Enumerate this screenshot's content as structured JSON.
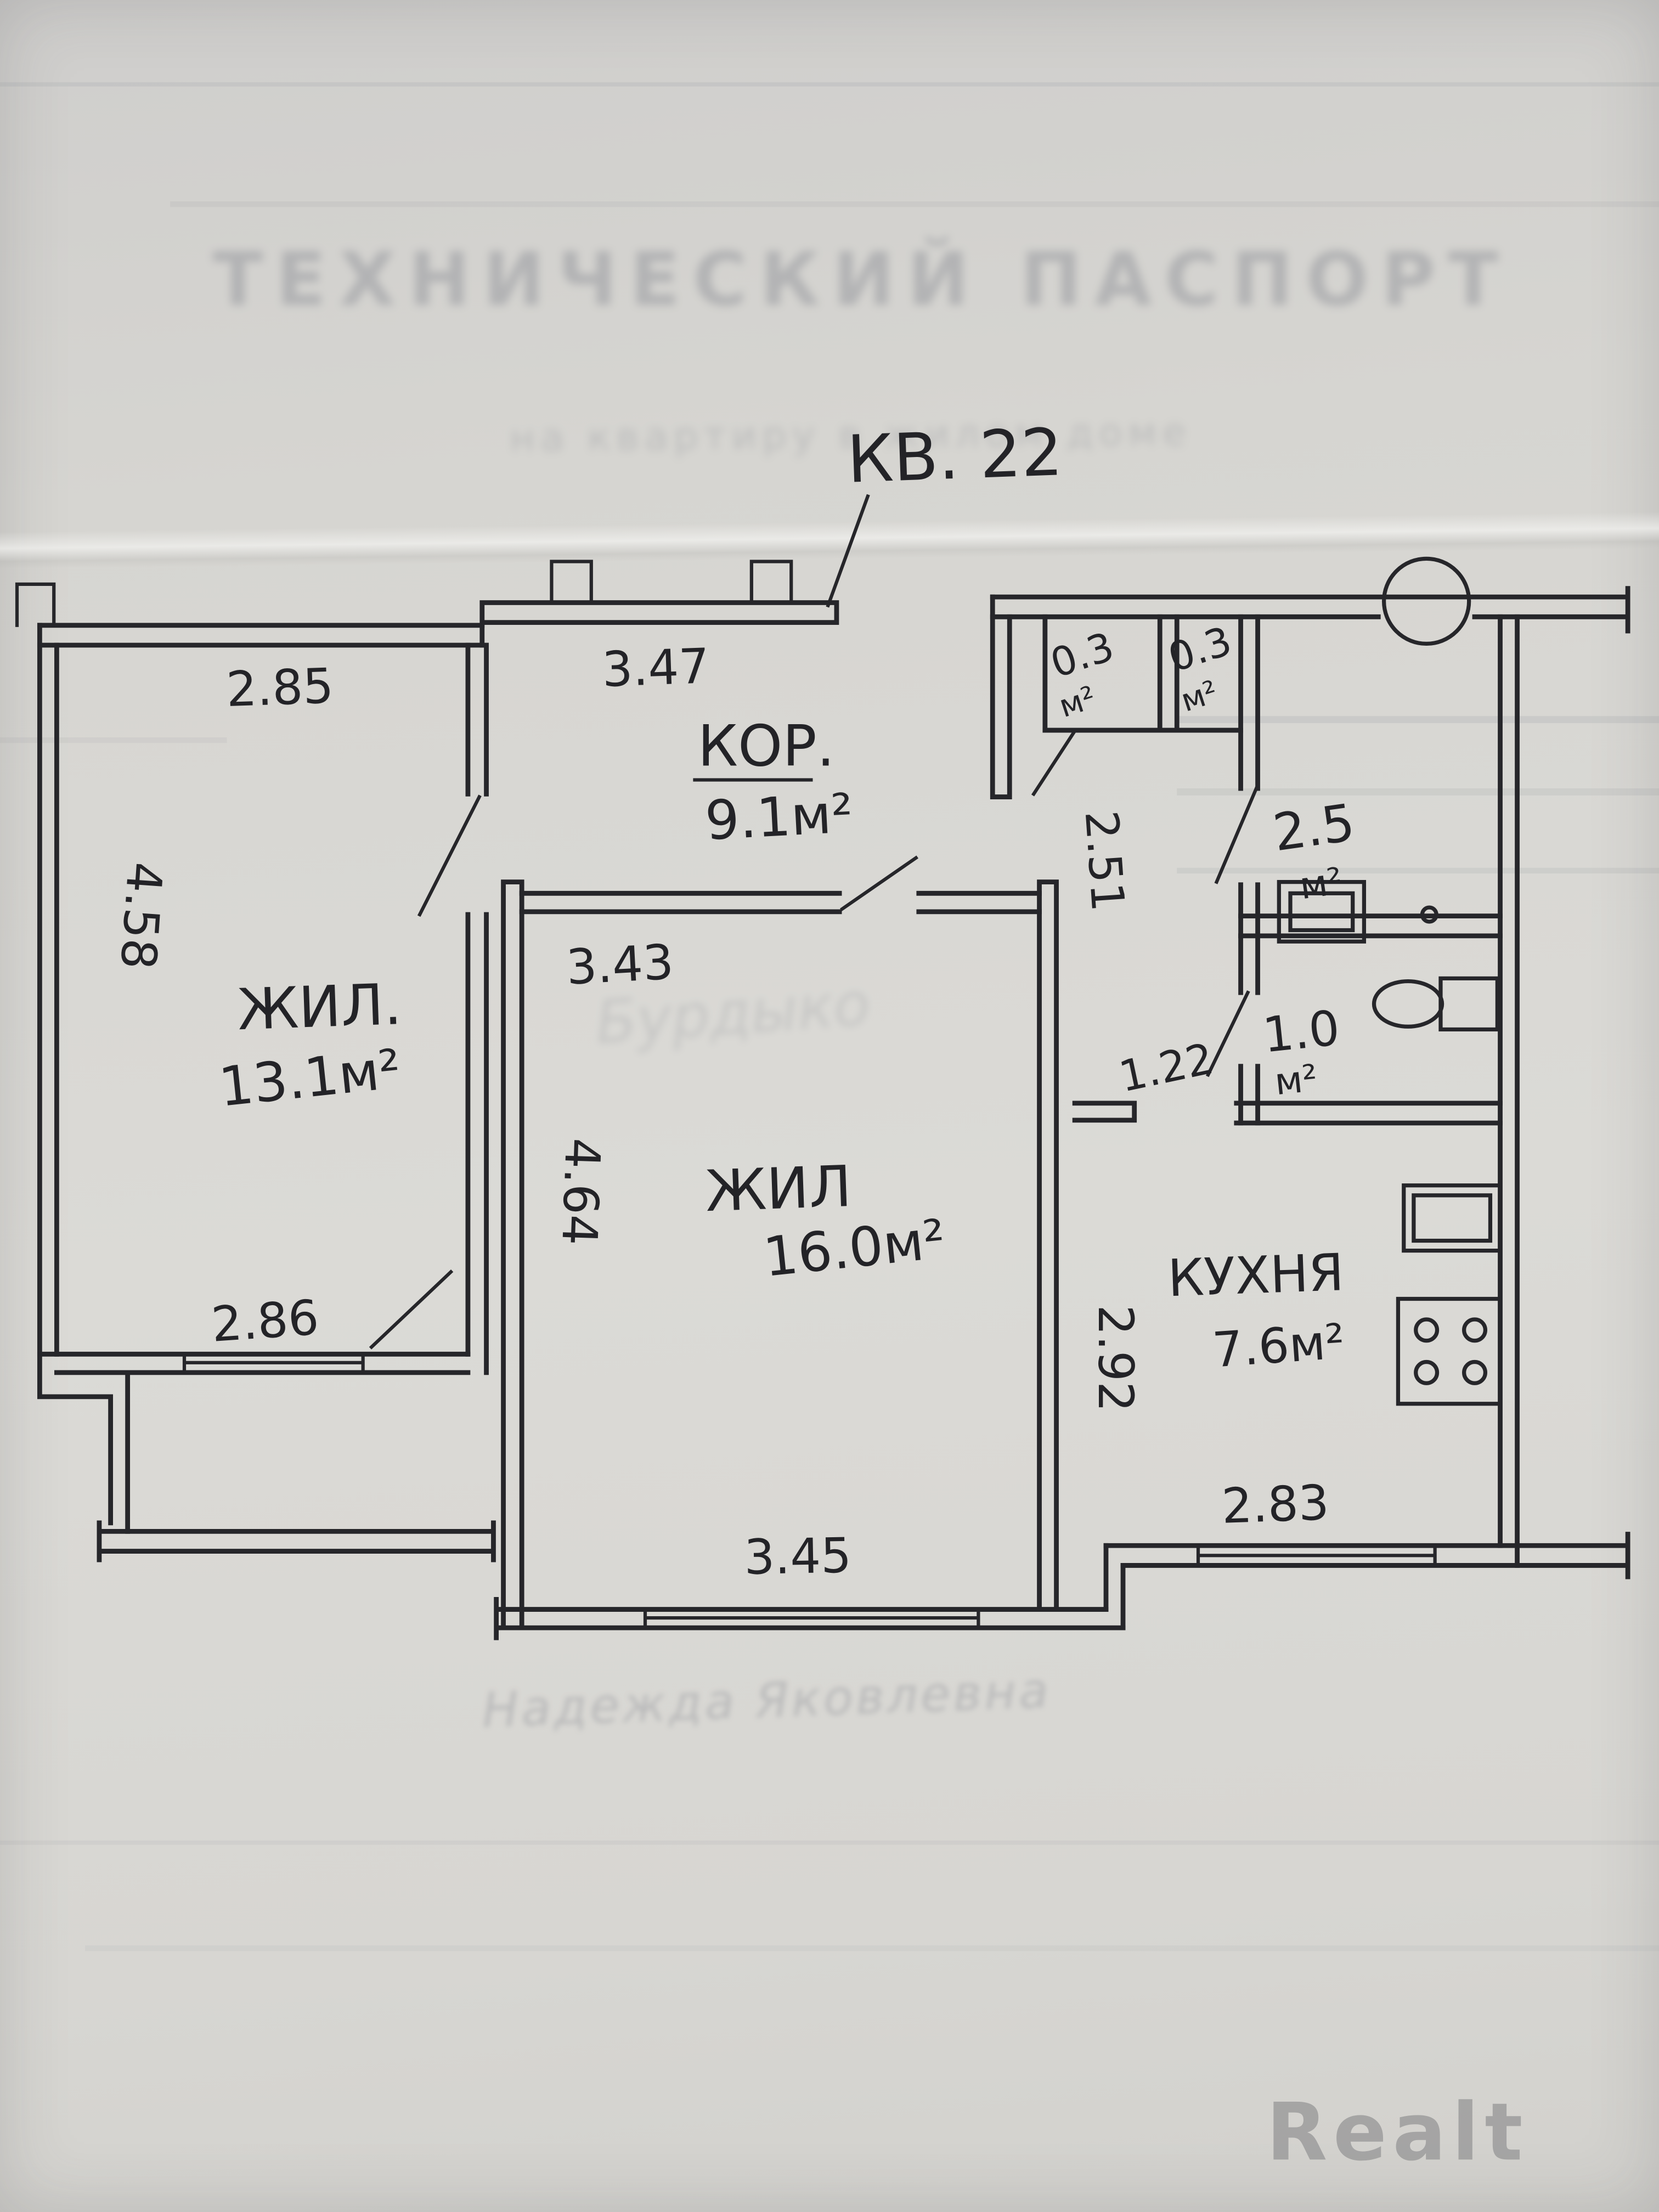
{
  "apartment_label": "КВ. 22",
  "rooms": {
    "living1": {
      "name": "ЖИЛ.",
      "area": "13.1м²"
    },
    "corridor": {
      "name": "КОР.",
      "area": "9.1м²"
    },
    "living2": {
      "name": "ЖИЛ",
      "area": "16.0м²"
    },
    "kitchen": {
      "name": "КУХНЯ",
      "area": "7.6м²"
    },
    "bath": {
      "area": "2.5",
      "unit": "м²"
    },
    "wc": {
      "area": "1.0",
      "unit": "м²"
    },
    "closet_left": {
      "area": "0.3",
      "unit": "м²"
    },
    "closet_right": {
      "area": "0.3",
      "unit": "м²"
    }
  },
  "dimensions": {
    "top_left_wall": "2.85",
    "top_mid_wall": "3.47",
    "left_wall": "4.58",
    "living1_bottom": "2.86",
    "living2_top": "3.43",
    "living2_left": "4.64",
    "living2_bottom": "3.45",
    "hall_vertical": "2.51",
    "kitchen_doorway": "1.22",
    "kitchen_left": "2.92",
    "kitchen_bottom": "2.83"
  },
  "faint_text": {
    "title": "ТЕХНИЧЕСКИЙ ПАСПОРТ",
    "subtitle": "на квартиру в жилом доме",
    "script_mid": "Бурдыко",
    "script_bottom": "Надежда Яковлевна"
  },
  "watermark": "Realt"
}
